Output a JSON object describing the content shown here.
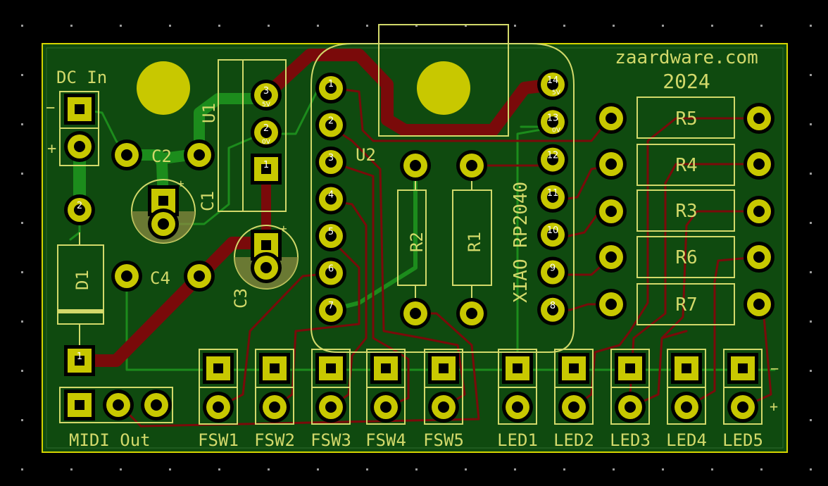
{
  "brand": {
    "line1": "zaardware.com",
    "line2": "2024"
  },
  "labels": {
    "dc_in": "DC In",
    "midi_out": "MIDI Out",
    "u1": "U1",
    "u2": "U2",
    "xiao": "XIAO RP2040",
    "c1": "C1",
    "c2": "C2",
    "c3": "C3",
    "c4": "C4",
    "d1": "D1",
    "r1": "R1",
    "r2": "R2",
    "r3": "R3",
    "r4": "R4",
    "r5": "R5",
    "r6": "R6",
    "r7": "R7",
    "plus": "+",
    "minus": "−"
  },
  "u1_pins": [
    "3",
    "2",
    "1"
  ],
  "u1_pin_labels": [
    "5V",
    "0V"
  ],
  "xiao_left_pins": [
    "1",
    "2",
    "3",
    "4",
    "5",
    "6",
    "7"
  ],
  "xiao_right_pins": [
    "14",
    "13",
    "12",
    "11",
    "10",
    "9",
    "8"
  ],
  "xiao_right_pin_labels": [
    "5V",
    "0V"
  ],
  "footswitches": [
    "FSW1",
    "FSW2",
    "FSW3",
    "FSW4",
    "FSW5"
  ],
  "leds": [
    "LED1",
    "LED2",
    "LED3",
    "LED4",
    "LED5"
  ],
  "pad_labels": {
    "dc_pin2": "2",
    "d1_pin1": "1"
  },
  "colors": {
    "board": "#0f4a0f",
    "copper_front": "#7a0a0a",
    "copper_back": "#1c8c1c",
    "pad": "#c8c800",
    "silkscreen": "#d2d96a",
    "edge": "#d4d400"
  }
}
